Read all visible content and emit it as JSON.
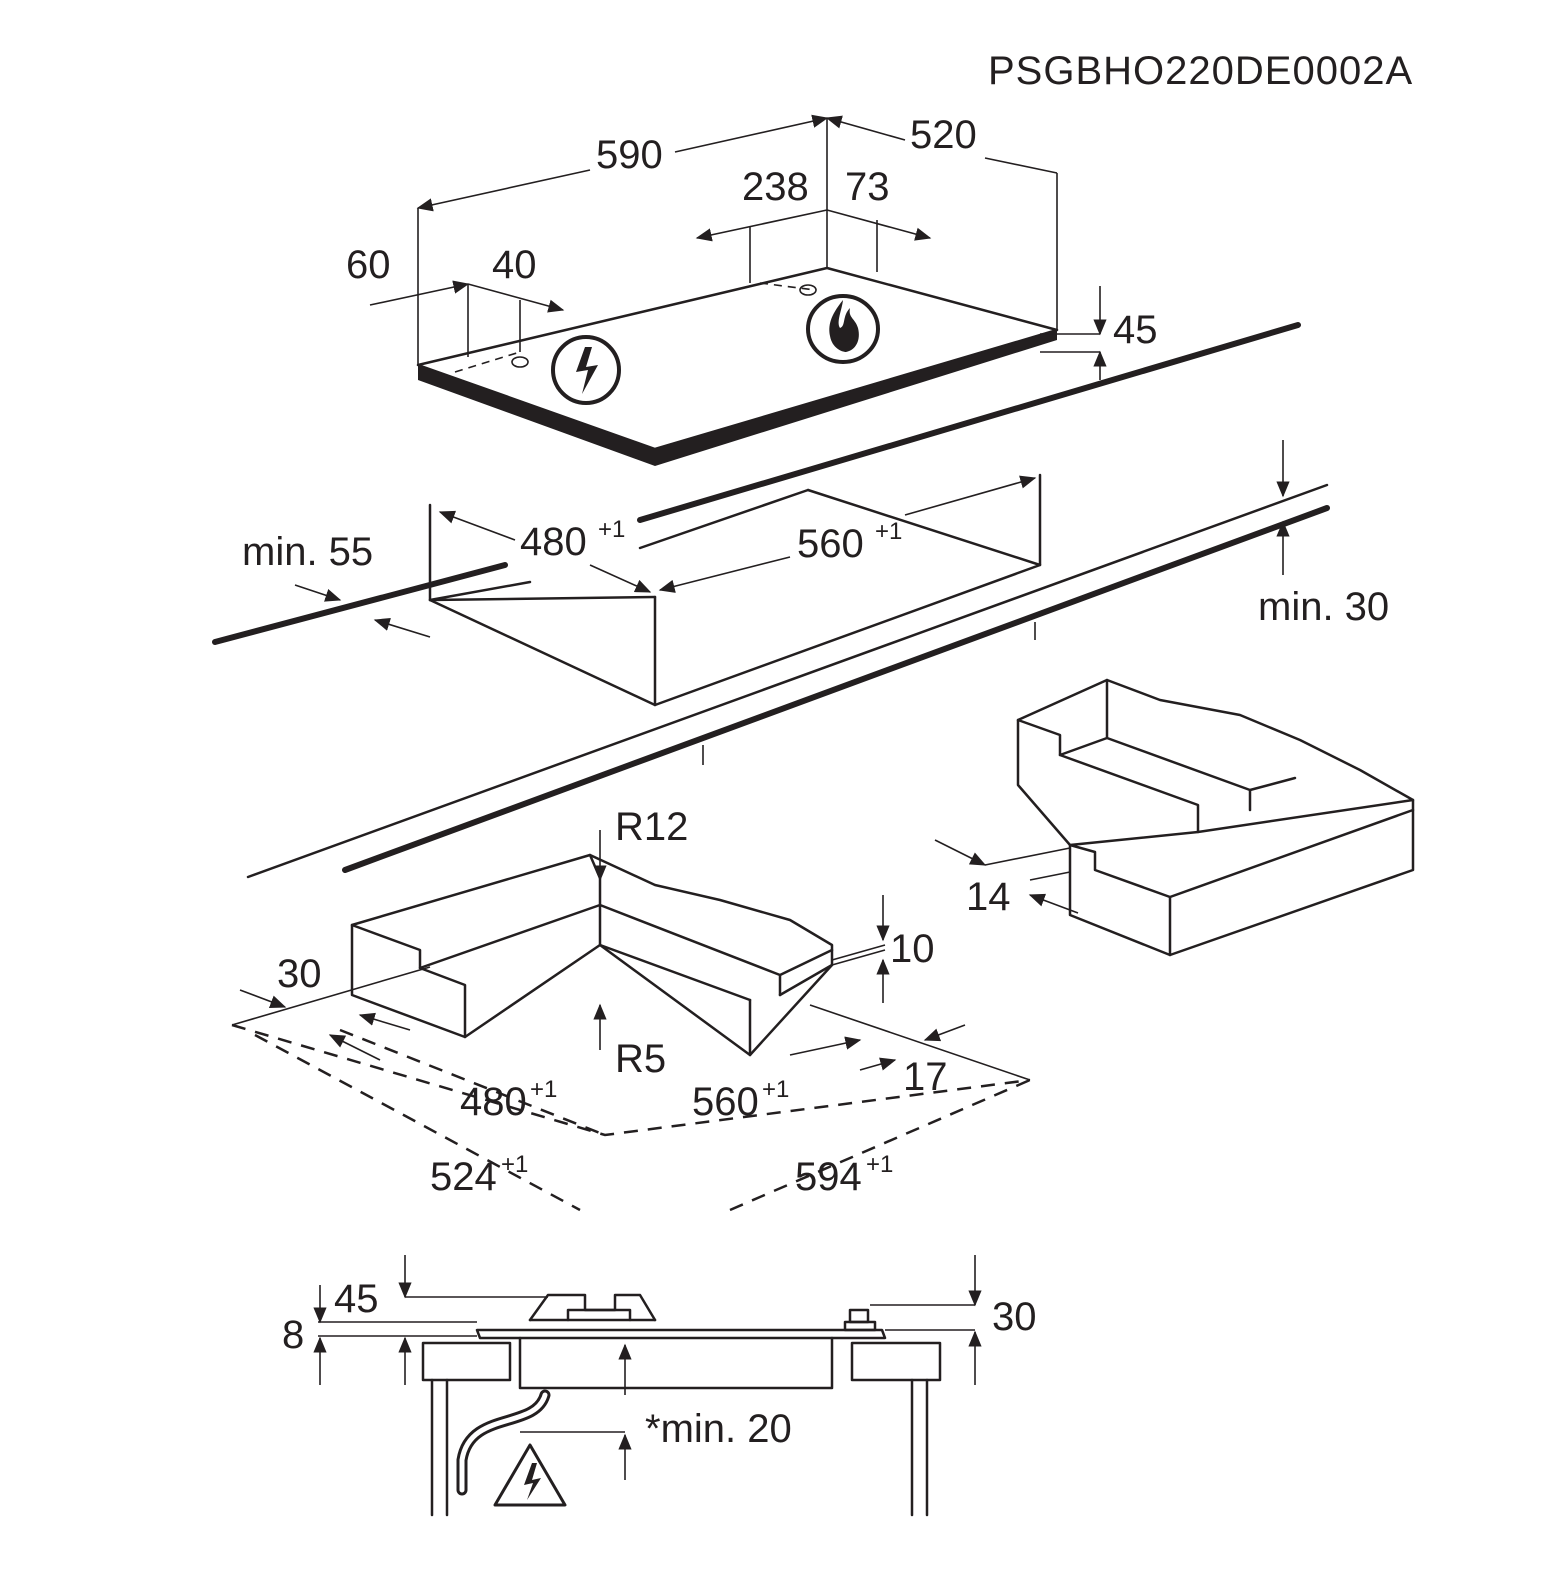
{
  "document_code": "PSGBHO220DE0002A",
  "hob_dimensions": {
    "width": "590",
    "depth": "520",
    "gas_offset_left": "238",
    "gas_offset_right": "73",
    "conn_offset_left": "60",
    "conn_offset_right": "40",
    "height": "45"
  },
  "cutout": {
    "depth": "480",
    "width": "560",
    "tolerance": "+1",
    "front_min": "min. 55",
    "back_min": "min. 30"
  },
  "frame": {
    "outer_radius": "R12",
    "inner_radius": "R5",
    "frame_width": "30",
    "frame_height": "10",
    "side_17": "17",
    "edge_14": "14",
    "inner_depth": "480",
    "inner_width": "560",
    "outer_depth": "524",
    "outer_width": "594",
    "tolerance": "+1"
  },
  "side_view": {
    "total_height": "45",
    "glass": "8",
    "knob_height": "30",
    "below_min": "*min. 20"
  },
  "icons": [
    "electric-icon",
    "gas-flame-icon",
    "electric-warning-icon"
  ]
}
